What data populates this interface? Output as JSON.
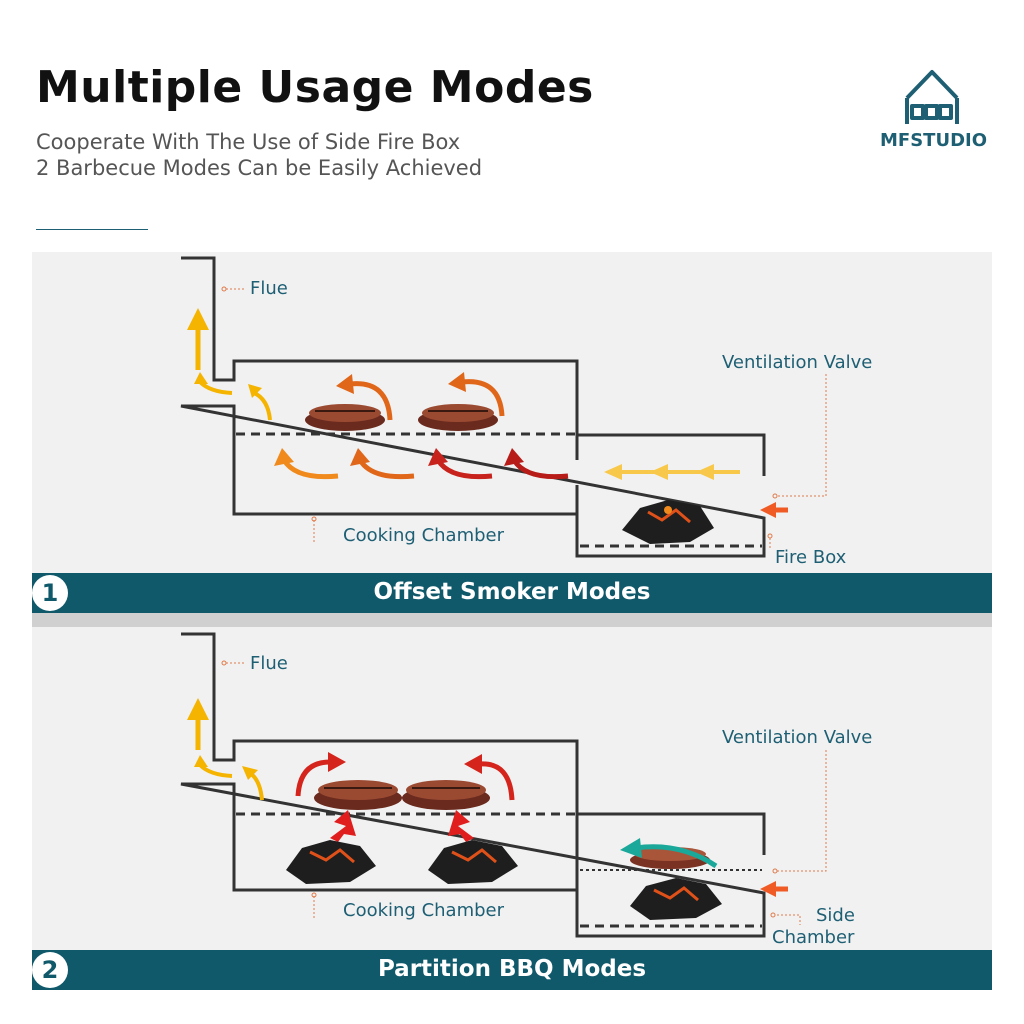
{
  "header": {
    "title": "Multiple Usage Modes",
    "subtitle_line1": "Cooperate With The Use of Side Fire Box",
    "subtitle_line2": "2 Barbecue Modes Can be Easily Achieved"
  },
  "brand": {
    "name": "MFSTUDIO",
    "color": "#1e5f74"
  },
  "colors": {
    "band": "#10596b",
    "label": "#1e5f74",
    "leader": "#e07a4a",
    "wall": "#333333"
  },
  "modes": [
    {
      "number": "1",
      "name": "Offset Smoker Modes",
      "labels": {
        "flue": "Flue",
        "valve": "Ventilation Valve",
        "chamber": "Cooking Chamber",
        "side": "Fire Box"
      }
    },
    {
      "number": "2",
      "name": "Partition BBQ Modes",
      "labels": {
        "flue": "Flue",
        "valve": "Ventilation Valve",
        "chamber": "Cooking Chamber",
        "side_line1": "Side",
        "side_line2": "Chamber"
      }
    }
  ]
}
